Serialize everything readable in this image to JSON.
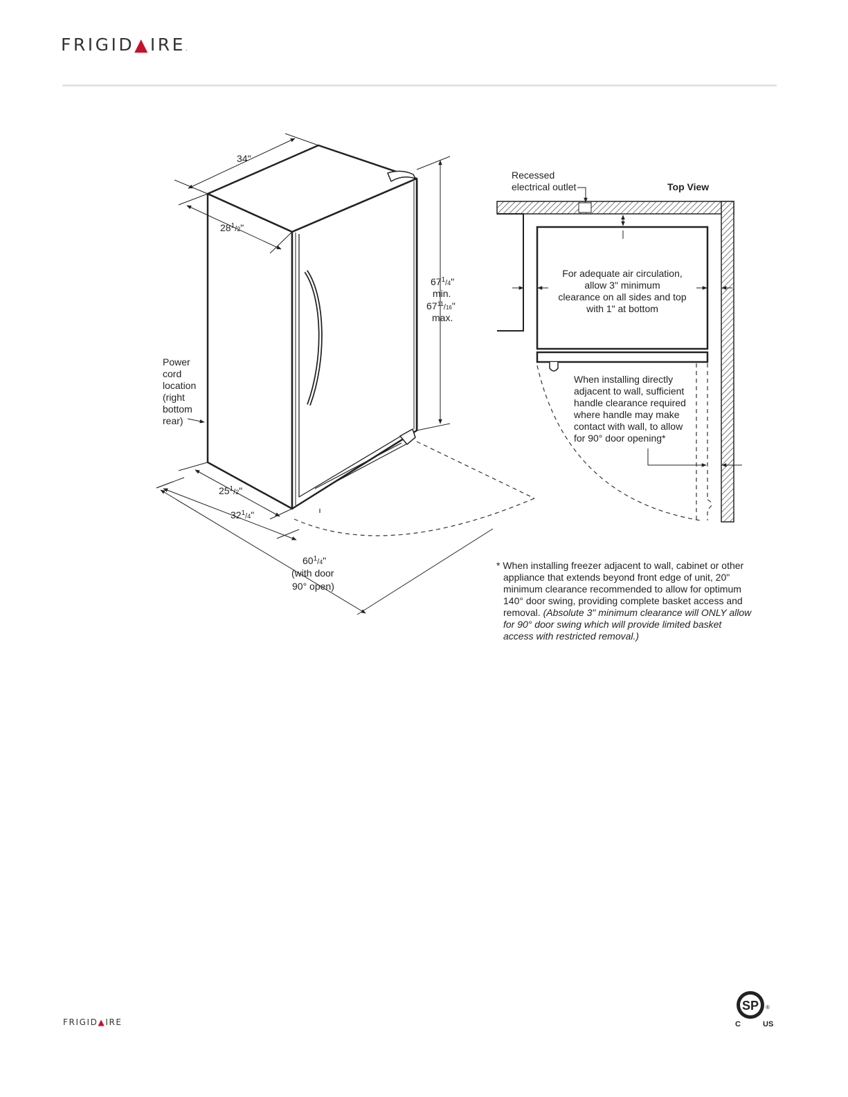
{
  "header": {
    "brand_left": "FRIGID",
    "brand_right": "IRE"
  },
  "footer": {
    "brand_left": "FRIGID",
    "brand_right": "IRE"
  },
  "side_view": {
    "width_label": "34\"",
    "depth_top": {
      "whole": "28",
      "num": "1",
      "den": "2",
      "suffix": "\""
    },
    "height": {
      "min_whole": "67",
      "min_num": "1",
      "min_den": "4",
      "min_suffix": "\"",
      "min_word": "min.",
      "max_whole": "67",
      "max_num": "11",
      "max_den": "16",
      "max_suffix": "\"",
      "max_word": "max."
    },
    "power_cord": [
      "Power",
      "cord",
      "location",
      "(right",
      "bottom",
      "rear)"
    ],
    "depth_bottom": {
      "whole": "25",
      "num": "1",
      "den": "2",
      "suffix": "\""
    },
    "depth_door": {
      "whole": "32",
      "num": "1",
      "den": "4",
      "suffix": "\""
    },
    "depth_open": {
      "whole": "60",
      "num": "1",
      "den": "4",
      "suffix": "\"",
      "line2": "(with door",
      "line3": "90° open)"
    }
  },
  "top_view": {
    "title": "Top View",
    "outlet": [
      "Recessed",
      "electrical outlet"
    ],
    "circulation": [
      "For adequate air circulation,",
      "allow 3\" minimum",
      "clearance on all sides and top",
      "with 1\" at bottom"
    ],
    "handle_note": [
      "When installing directly",
      "adjacent to wall, sufficient",
      "handle clearance required",
      "where handle may make",
      "contact with wall, to allow",
      "for 90° door opening*"
    ]
  },
  "footnote": {
    "lines": [
      "* When installing freezer adjacent to wall, cabinet or other",
      "appliance that extends beyond front edge of unit, 20\"",
      "minimum clearance recommended to allow for optimum",
      "140° door swing, providing complete basket access and"
    ],
    "line5_plain": "removal. ",
    "line5_italic": "(Absolute 3\" minimum clearance will ONLY allow",
    "italic_lines": [
      "for 90° door swing which will provide limited basket",
      "access with restricted removal.)"
    ]
  },
  "certification": {
    "mark": "SP",
    "left": "C",
    "right": "US",
    "registered": "®"
  }
}
